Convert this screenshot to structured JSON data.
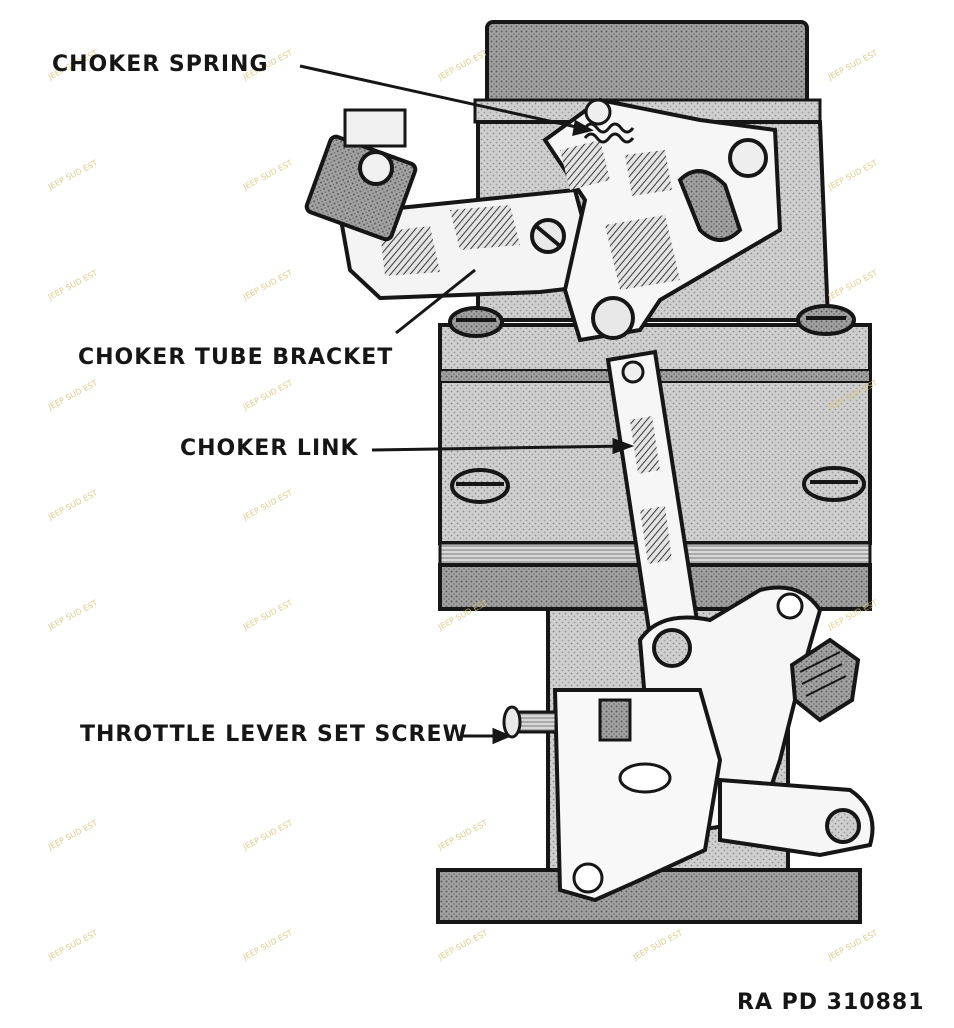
{
  "labels": {
    "choker_spring": "CHOKER SPRING",
    "choker_tube_bracket": "CHOKER TUBE BRACKET",
    "choker_link": "CHOKER LINK",
    "throttle_lever_set_screw": "THROTTLE LEVER SET SCREW",
    "figure_ref": "RA PD 310881"
  },
  "watermark": {
    "text": "JEEP SUD EST",
    "symbol": "©",
    "color": "#d8c77a"
  },
  "colors": {
    "ink": "#161616",
    "shade_light": "#c9c9c9",
    "shade_mid": "#a9a9a9",
    "shade_dark": "#7a7a7a",
    "paper": "#ffffff"
  }
}
